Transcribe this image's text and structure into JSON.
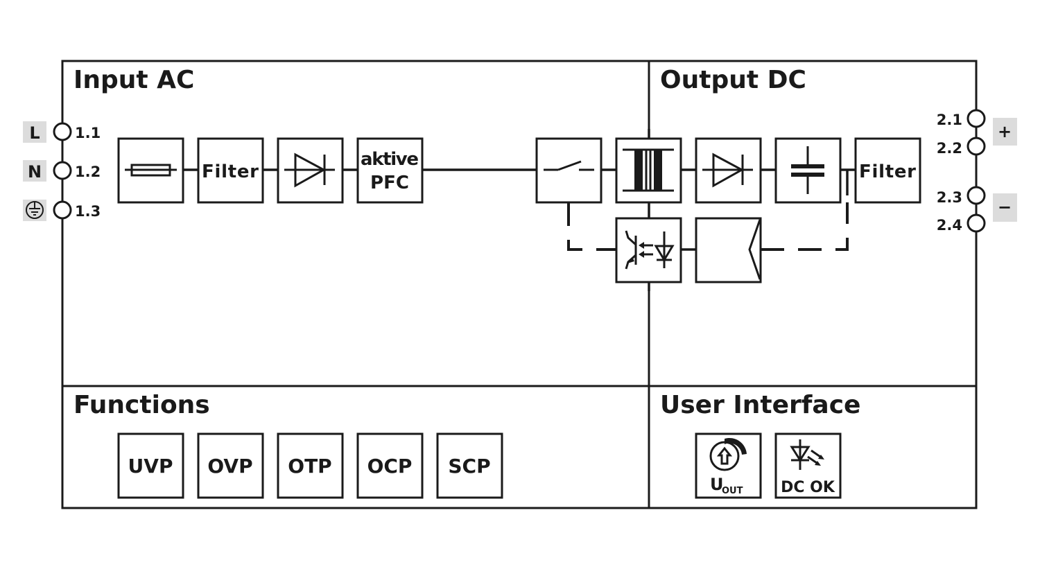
{
  "sections": {
    "input_ac": "Input AC",
    "output_dc": "Output DC",
    "functions": "Functions",
    "user_interface": "User Interface"
  },
  "input_terminals": [
    {
      "tag": "L",
      "number": "1.1"
    },
    {
      "tag": "N",
      "number": "1.2"
    },
    {
      "tag": "protective-earth",
      "number": "1.3"
    }
  ],
  "output_terminals": [
    {
      "number": "2.1",
      "polarity": "+"
    },
    {
      "number": "2.2",
      "polarity": "+"
    },
    {
      "number": "2.3",
      "polarity": "−"
    },
    {
      "number": "2.4",
      "polarity": "−"
    }
  ],
  "polarity_tags": {
    "plus": "+",
    "minus": "−"
  },
  "input_chain": [
    {
      "type": "fuse-icon"
    },
    {
      "type": "text",
      "label": "Filter"
    },
    {
      "type": "diode-icon"
    },
    {
      "type": "text",
      "label_line1": "aktive",
      "label_line2": "PFC"
    }
  ],
  "output_chain": [
    {
      "type": "switch-icon"
    },
    {
      "type": "transformer-icon"
    },
    {
      "type": "diode-icon"
    },
    {
      "type": "capacitor-icon"
    },
    {
      "type": "text",
      "label": "Filter"
    }
  ],
  "feedback_chain": [
    {
      "type": "optocoupler-icon"
    },
    {
      "type": "controller-icon"
    }
  ],
  "functions": [
    "UVP",
    "OVP",
    "OTP",
    "OCP",
    "SCP"
  ],
  "user_interface": [
    {
      "icon": "potentiometer-icon",
      "label_main": "U",
      "label_sub": "OUT"
    },
    {
      "icon": "led-icon",
      "label": "DC OK"
    }
  ]
}
